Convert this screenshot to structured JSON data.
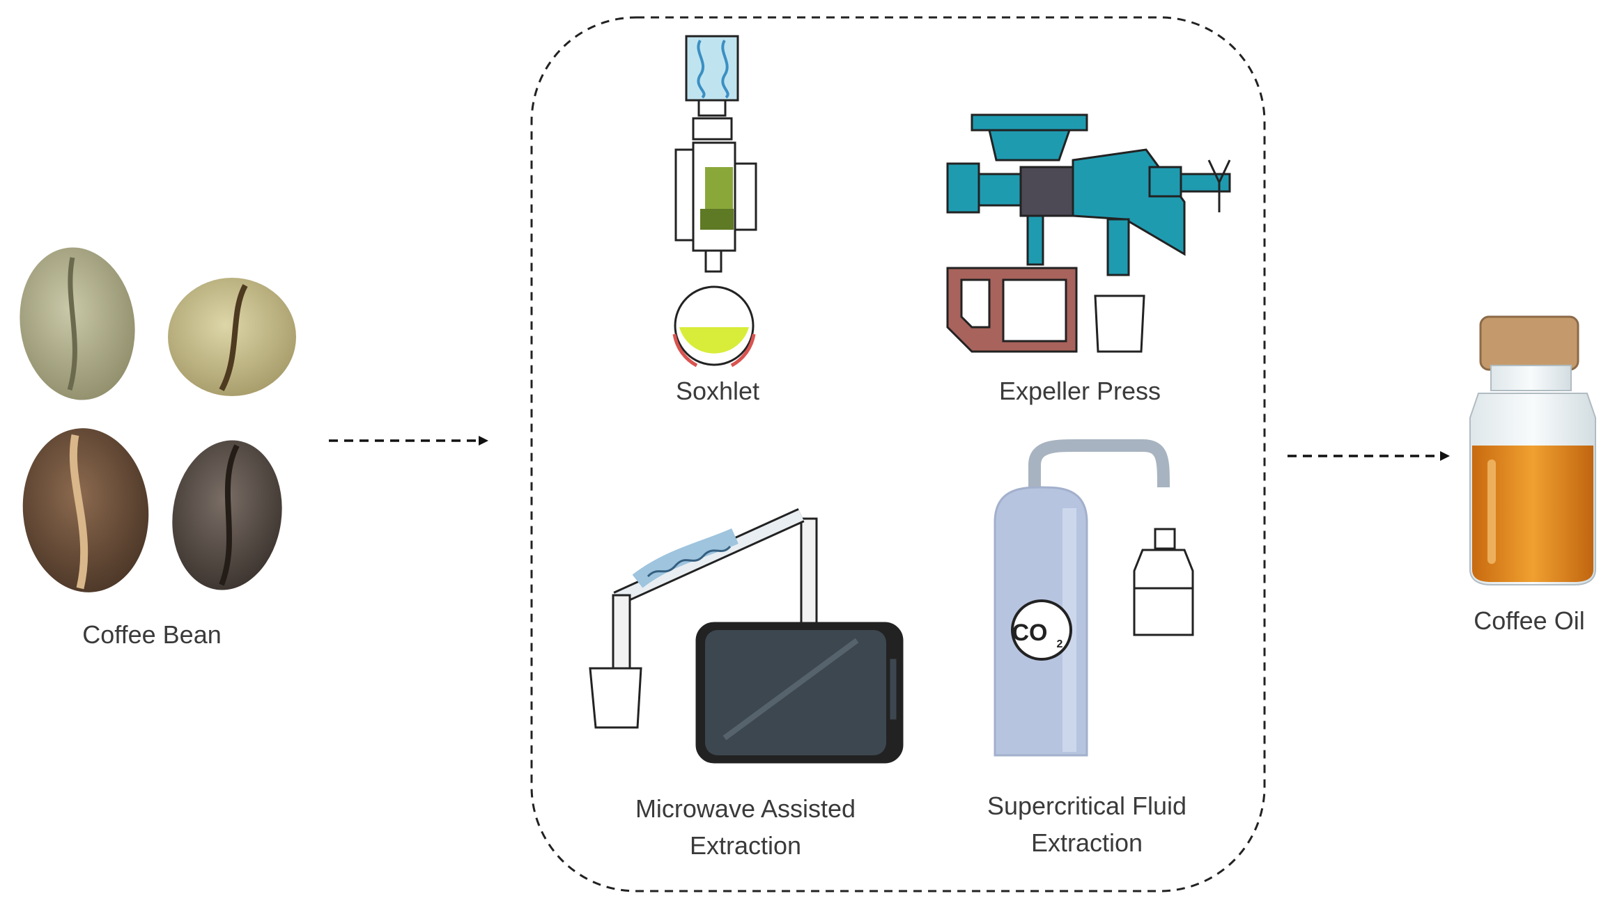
{
  "source": {
    "label": "Coffee Bean"
  },
  "methods": {
    "soxhlet": {
      "label": "Soxhlet"
    },
    "expeller": {
      "label": "Expeller Press"
    },
    "microwave": {
      "label_line1": "Microwave Assisted",
      "label_line2": "Extraction"
    },
    "supercritical": {
      "label_line1": "Supercritical Fluid",
      "label_line2": "Extraction",
      "cylinder_text": "CO",
      "cylinder_sub": "2"
    }
  },
  "product": {
    "label": "Coffee Oil"
  },
  "colors": {
    "teal": "#1f9bb0",
    "teal_dark": "#15788a",
    "press_frame": "#a8635c",
    "press_body": "#4e4a55",
    "cylinder": "#b7c4e0",
    "microwave": "#3d4750",
    "soxhlet_green": "#8aa83a",
    "flask_yellow": "#d8ec3a",
    "heater_red": "#d9534f",
    "oil_amber": "#e08a1e",
    "cork": "#c49a6c"
  }
}
